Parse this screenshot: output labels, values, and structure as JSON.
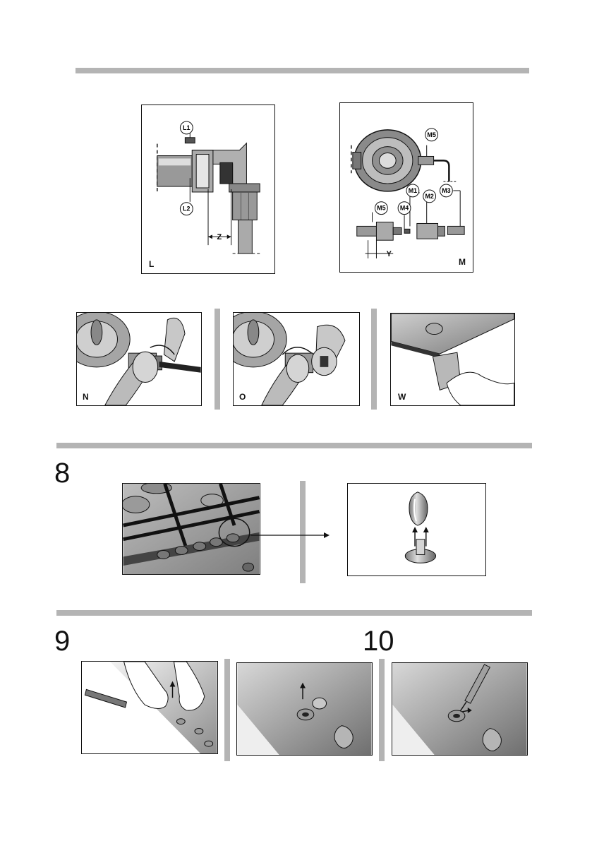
{
  "sections": {
    "sec8": "8",
    "sec9": "9",
    "sec10": "10"
  },
  "panels": {
    "L": "L",
    "M": "M",
    "N": "N",
    "O": "O",
    "W": "W"
  },
  "callouts": {
    "l1": "L1",
    "l2": "L2",
    "m1": "M1",
    "m2": "M2",
    "m3": "M3",
    "m4": "M4",
    "m5_top": "M5",
    "m5_bottom": "M5"
  },
  "dimensions": {
    "z": "Z",
    "y": "Y"
  }
}
